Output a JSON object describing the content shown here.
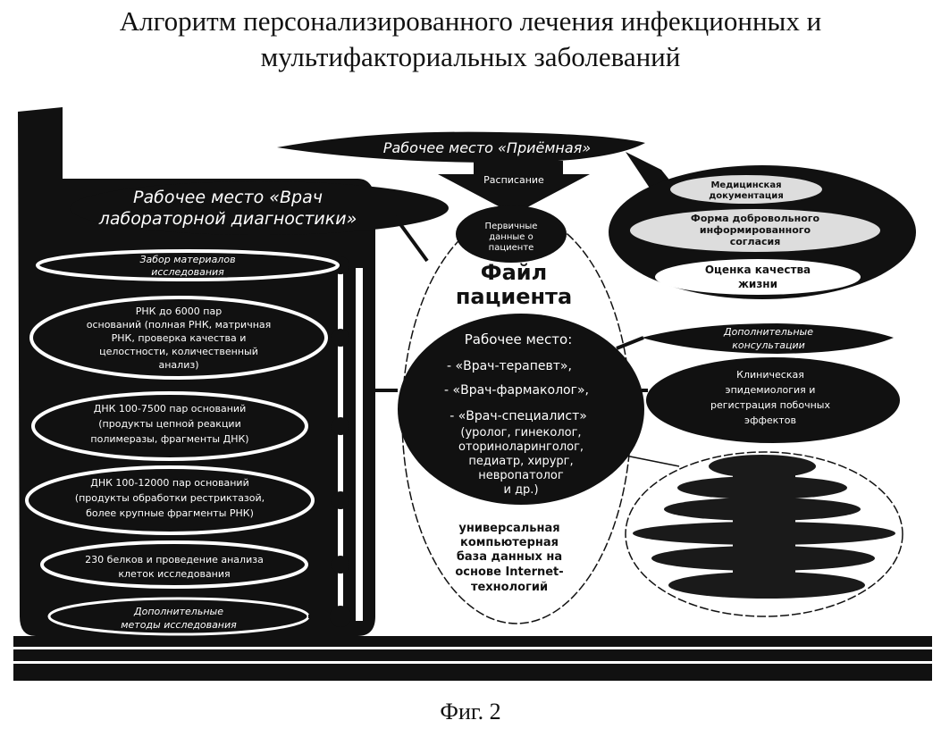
{
  "title": {
    "line1": "Алгоритм персонализированного лечения инфекционных и",
    "line2": "мультифакториальных заболеваний"
  },
  "reception": {
    "label": "Рабочее место «Приёмная»",
    "schedule": "Расписание"
  },
  "lab": {
    "line1": "Рабочее место «Врач",
    "line2": "лабораторной диагностики»",
    "items": [
      {
        "lines": [
          "Забор материалов",
          "исследования"
        ]
      },
      {
        "lines": [
          "РНК до 6000 пар",
          "оснований (полная РНК, матричная",
          "РНК, проверка качества и",
          "целостности, количественный",
          "анализ)"
        ]
      },
      {
        "lines": [
          "ДНК 100-7500 пар оснований",
          "(продукты цепной реакции",
          "полимеразы, фрагменты ДНК)"
        ]
      },
      {
        "lines": [
          "ДНК 100-12000 пар оснований",
          "(продукты обработки рестриктазой,",
          "более крупные фрагменты РНК)"
        ]
      },
      {
        "lines": [
          "230 белков и проведение анализа",
          "клеток исследования"
        ]
      },
      {
        "lines": [
          "Дополнительные",
          "методы исследования"
        ]
      }
    ]
  },
  "patient_file": {
    "primary_data": [
      "Первичные",
      "данные о",
      "пациенте"
    ],
    "title": [
      "Файл",
      "пациента"
    ],
    "workplace": [
      "Рабочее место:",
      "- «Врач-терапевт»,",
      "- «Врач-фармаколог»,",
      "- «Врач-специалист»",
      "(уролог, гинеколог,",
      "оториноларинголог,",
      "педиатр, хирург,",
      "невропатолог",
      "и др.)"
    ],
    "database": [
      "универсальная",
      "компьютерная",
      "база данных на",
      "основе Internet-",
      "технологий"
    ]
  },
  "documents": {
    "medical_docs": [
      "Медицинская",
      "документация"
    ],
    "consent": [
      "Форма добровольного",
      "информированного",
      "согласия"
    ],
    "quality_of_life": [
      "Оценка качества",
      "жизни"
    ]
  },
  "consultations": [
    "Дополнительные",
    "консультации"
  ],
  "epidemiology": [
    "Клиническая",
    "эпидемиология и",
    "регистрация побочных",
    "эффектов"
  ],
  "caption": "Фиг. 2"
}
